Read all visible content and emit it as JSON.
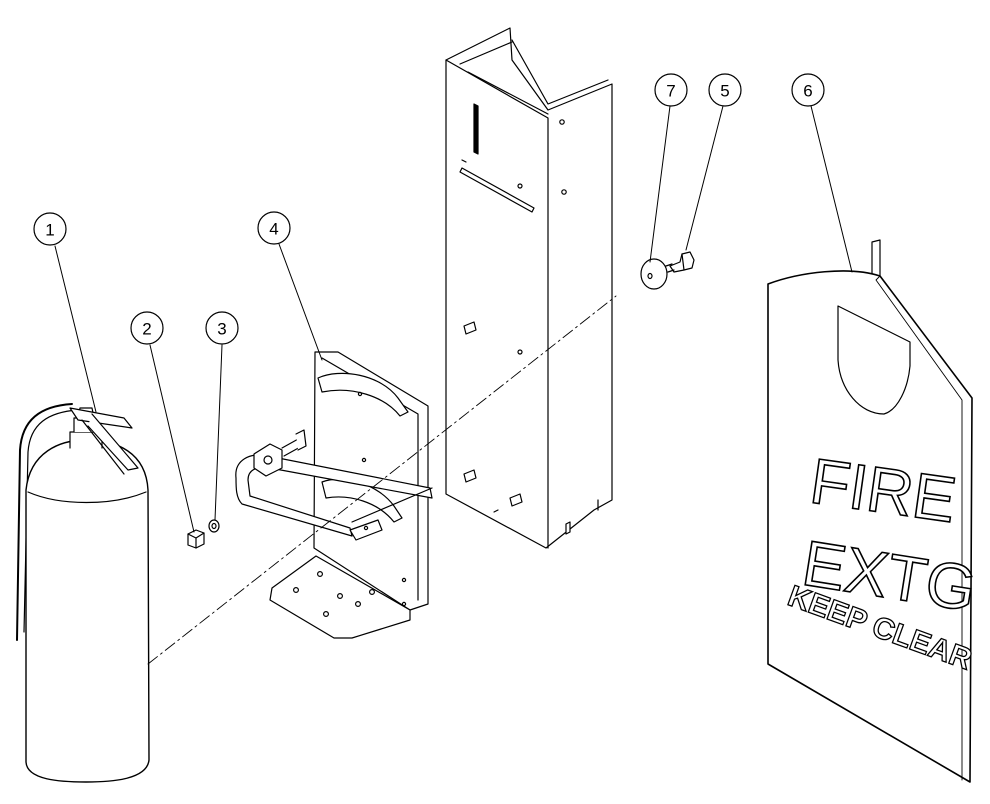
{
  "callouts": [
    "1",
    "2",
    "3",
    "4",
    "5",
    "6",
    "7"
  ],
  "sign": {
    "line1": "FIRE",
    "line2": "EXTG",
    "line3": "KEEP CLEAR"
  }
}
